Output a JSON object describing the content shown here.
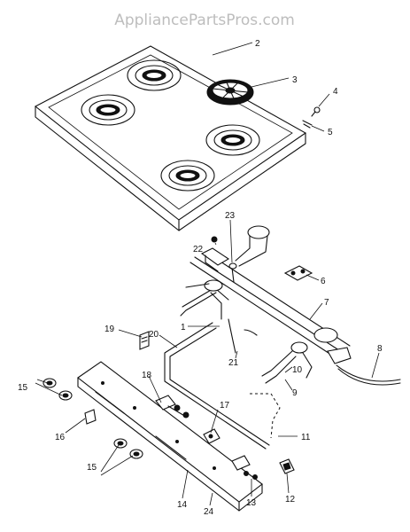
{
  "watermark": "AppliancePartsPros.com",
  "callouts": [
    "2",
    "3",
    "4",
    "5",
    "23",
    "22",
    "6",
    "7",
    "1",
    "19",
    "20",
    "21",
    "8",
    "18",
    "10",
    "9",
    "17",
    "15",
    "16",
    "11",
    "15",
    "14",
    "24",
    "13",
    "12"
  ]
}
